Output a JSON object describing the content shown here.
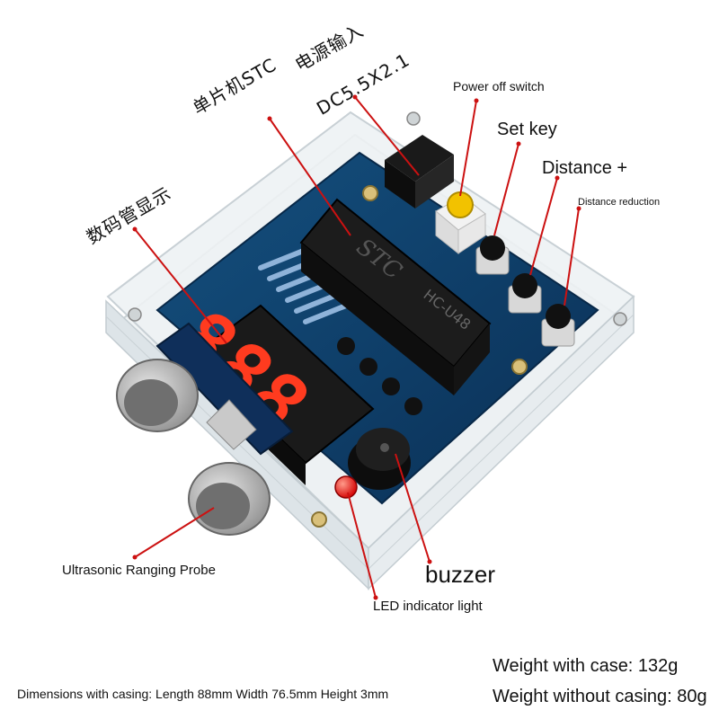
{
  "callouts": {
    "mcu": "单片机STC",
    "power_input": "电源输入",
    "dc_jack": "DC5.5X2.1",
    "display": "数码管显示",
    "power_switch": "Power off switch",
    "set_key": "Set key",
    "distance_plus": "Distance +",
    "distance_reduction": "Distance reduction",
    "probe": "Ultrasonic Ranging Probe",
    "buzzer": "buzzer",
    "led": "LED indicator light"
  },
  "specs": {
    "dimensions": "Dimensions with casing: Length 88mm Width 76.5mm Height 3mm",
    "weight_with_case": "Weight with case: 132g",
    "weight_without_case": "Weight without casing: 80g"
  },
  "board": {
    "display_digits": "888",
    "chip_brand": "STC",
    "chip_model": "HC-U48",
    "colors": {
      "pcb": "#0d3a66",
      "led_segment": "#ff3b1f",
      "leader_line": "#cc1111",
      "button_cap": "#f2c200"
    }
  }
}
